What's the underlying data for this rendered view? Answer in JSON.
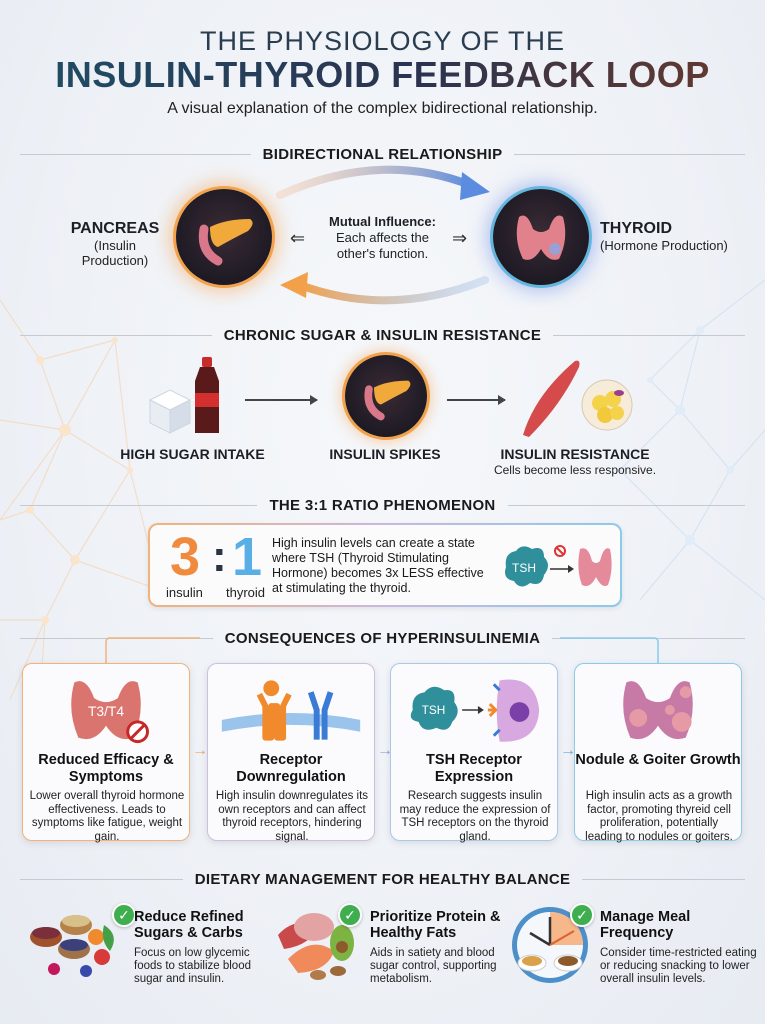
{
  "header": {
    "title_top": "THE PHYSIOLOGY OF THE",
    "title_main": "INSULIN-THYROID FEEDBACK LOOP",
    "subtitle": "A visual explanation of the complex bidirectional relationship."
  },
  "bidirectional": {
    "heading": "BIDIRECTIONAL RELATIONSHIP",
    "pancreas": {
      "name": "PANCREAS",
      "sub": "(Insulin Production)",
      "icon": "pancreas-icon"
    },
    "thyroid": {
      "name": "THYROID",
      "sub": "(Hormone Production)",
      "icon": "thyroid-icon"
    },
    "mutual_head": "Mutual Influence:",
    "mutual_body": "Each affects the other's function.",
    "left_arrow": "⇐",
    "right_arrow": "⇒"
  },
  "sugar": {
    "heading": "CHRONIC SUGAR & INSULIN RESISTANCE",
    "steps": [
      {
        "label": "HIGH SUGAR INTAKE",
        "icon": "sugar-cube-soda-icon"
      },
      {
        "label": "INSULIN SPIKES",
        "icon": "pancreas-icon"
      },
      {
        "label": "INSULIN RESISTANCE",
        "sub": "Cells become less responsive.",
        "icon": "muscle-fat-cell-icon"
      }
    ]
  },
  "ratio": {
    "heading": "THE 3:1 RATIO PHENOMENON",
    "left_num": "3",
    "colon": ":",
    "right_num": "1",
    "left_label": "insulin",
    "right_label": "thyroid",
    "text": "High insulin levels can create a state where TSH (Thyroid Stimulating Hormone) becomes 3x LESS effective at stimulating the thyroid.",
    "tsh_label": "TSH",
    "arrow": "→"
  },
  "consequences": {
    "heading": "CONSEQUENCES OF HYPERINSULINEMIA",
    "cards": [
      {
        "title": "Reduced Efficacy & Symptoms",
        "desc": "Lower overall thyroid hormone effectiveness. Leads to symptoms like fatigue, weight gain.",
        "icon_text": "T3/T4",
        "accent": "#f0b47a"
      },
      {
        "title": "Receptor Downregulation",
        "desc": "High insulin downregulates its own receptors and can affect thyroid receptors, hindering signal.",
        "accent": "#cdbfe0"
      },
      {
        "title": "TSH Receptor Expression",
        "desc": "Research suggests insulin may reduce the expression of TSH receptors on the thyroid gland.",
        "icon_text": "TSH",
        "accent": "#a9c9ec"
      },
      {
        "title": "Nodule & Goiter Growth",
        "desc": "High insulin acts as a growth factor, promoting thyreid cell proliferation, potentially leading to nodules or goiters.",
        "accent": "#8ccbe8"
      }
    ],
    "arrow": "→"
  },
  "diet": {
    "heading": "DIETARY MANAGEMENT FOR HEALTHY BALANCE",
    "check": "✓",
    "items": [
      {
        "title": "Reduce Refined Sugars & Carbs",
        "desc": "Focus on low glycemic foods to stabilize blood sugar and insulin.",
        "icon": "whole-foods-icon"
      },
      {
        "title": "Prioritize Protein & Healthy Fats",
        "desc": "Aids in satiety and blood sugar control, supporting metabolism.",
        "icon": "protein-fats-icon"
      },
      {
        "title": "Manage Meal Frequency",
        "desc": "Consider time-restricted eating or reducing snacking to lower overall insulin levels.",
        "icon": "clock-meal-icon"
      }
    ]
  },
  "colors": {
    "orange_accent": "#f08a3c",
    "blue_accent": "#5aaee6",
    "check_green": "#3fae4f"
  }
}
